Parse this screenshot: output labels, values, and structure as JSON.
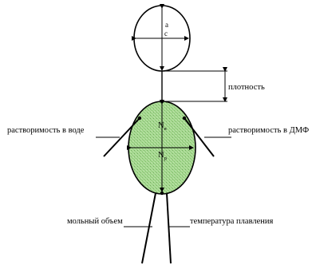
{
  "head": {
    "label_a": "a",
    "label_c": "c"
  },
  "labels": {
    "density": "плотность",
    "solubility_water": "растворимость в воде",
    "solubility_dmf": "растворимость в ДМФ",
    "molar_volume": "мольный объем",
    "melting_temp": "температура плавления"
  },
  "body": {
    "n_vertical_main": "N",
    "n_vertical_sub": "в",
    "n_horizontal_main": "N",
    "n_horizontal_sub": "р",
    "fill_color": "#a6d890"
  }
}
